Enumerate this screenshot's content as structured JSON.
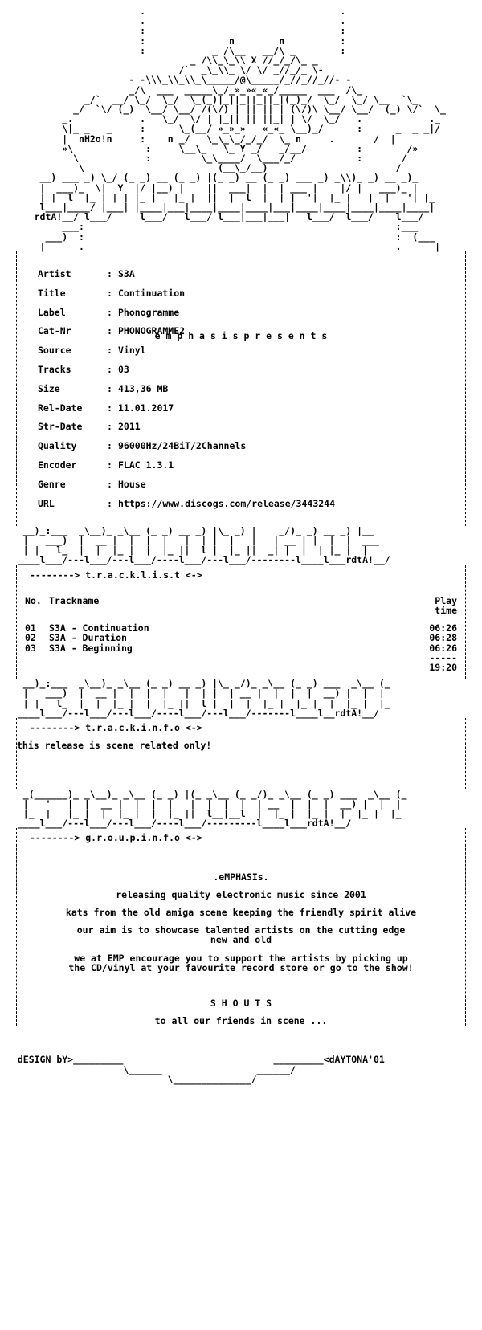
{
  "header": {
    "tagline": "e m p h a s i s    p r e s e n t s",
    "ascii_credit": "nH2o!n",
    "ascii_credit_2": "rdtA!"
  },
  "release": {
    "rows": [
      {
        "key": "Artist",
        "value": "S3A"
      },
      {
        "key": "Title",
        "value": "Continuation"
      },
      {
        "key": "Label",
        "value": "Phonogramme"
      },
      {
        "key": "Cat-Nr",
        "value": "PHONOGRAMME2"
      },
      {
        "key": "Source",
        "value": "Vinyl"
      },
      {
        "key": "Tracks",
        "value": "03"
      },
      {
        "key": "Size",
        "value": "413,36 MB"
      },
      {
        "key": "Rel-Date",
        "value": "11.01.2017"
      },
      {
        "key": "Str-Date",
        "value": "2011"
      },
      {
        "key": "Quality",
        "value": "96000Hz/24BiT/2Channels"
      },
      {
        "key": "Encoder",
        "value": "FLAC 1.3.1"
      },
      {
        "key": "Genre",
        "value": "House"
      },
      {
        "key": "URL",
        "value": "https://www.discogs.com/release/3443244"
      }
    ]
  },
  "tracklist": {
    "section_label": "--------> t.r.a.c.k.l.i.s.t <->",
    "col_no": "No.",
    "col_name": "Trackname",
    "col_play": "Play",
    "col_time": "time",
    "tracks": [
      {
        "no": "01",
        "name": "S3A  - Continuation",
        "time": "06:26"
      },
      {
        "no": "02",
        "name": "S3A  - Duration",
        "time": "06:28"
      },
      {
        "no": "03",
        "name": "S3A  - Beginning",
        "time": "06:26"
      }
    ],
    "total_rule": "-----",
    "total": "19:20"
  },
  "trackinfo": {
    "section_label": "--------> t.r.a.c.k.i.n.f.o <->",
    "text": "this release is scene related only!"
  },
  "groupinfo": {
    "section_label": "--------> g.r.o.u.p.i.n.f.o <->",
    "name": ".eMPHASIs.",
    "lines": [
      "releasing quality electronic music since 2001",
      "kats from the old amiga scene keeping the friendly spirit alive",
      "our aim is to showcase talented artists on the cutting edge\nnew and old",
      "we at EMP encourage you to support the artists by picking up\nthe CD/vinyl at your favourite record store or go to the show!"
    ],
    "shouts_title": "S H O U T S",
    "shouts_text": "to all our friends in scene ..."
  },
  "footer": {
    "design_left": "dESIGN bY>",
    "design_right": "<dAYTONA'01"
  }
}
